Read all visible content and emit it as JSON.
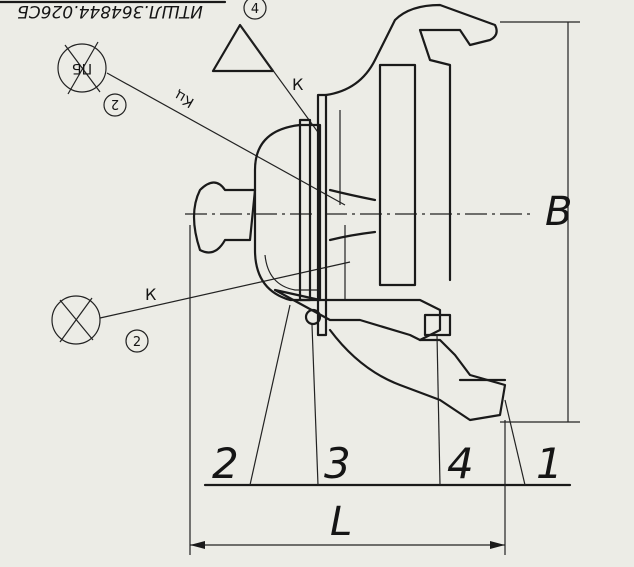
{
  "drawing": {
    "designation": "ИТШЛ.364844.026СБ",
    "weld_callout_top": {
      "symbol_number": "4",
      "leg_label": "К"
    },
    "weld_callout_upper_left": {
      "mark": "ПБ",
      "number": "2",
      "note": "Кц"
    },
    "weld_callout_lower_left": {
      "number": "2",
      "leg_label": "К"
    },
    "part_numbers": [
      "2",
      "3",
      "4",
      "1"
    ],
    "dimensions": {
      "height_label": "B",
      "length_label": "L"
    },
    "colors": {
      "paper": "#ecece6",
      "ink": "#1a1a1a"
    }
  }
}
